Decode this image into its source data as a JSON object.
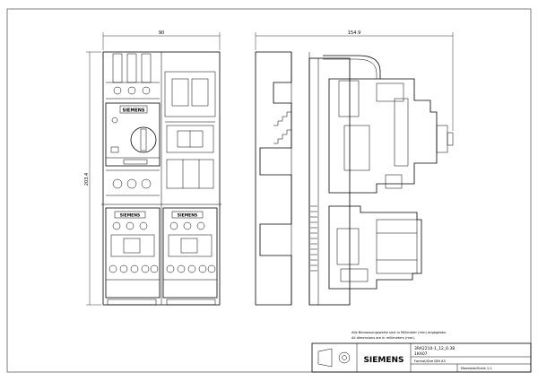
{
  "dimensions": {
    "front_width": "90",
    "side_depth": "154.9",
    "height": "203.4"
  },
  "brand": {
    "top_device": "SIEMENS",
    "left_contactor": "SIEMENS",
    "right_contactor": "SIEMENS",
    "title_block": "SIEMENS"
  },
  "title_block": {
    "note_de": "Alle Bemassungswerte sind in Millimeter (mm) angegeben.",
    "note_en": "All dimensions are in millimeters (mm).",
    "part_number": "3RA2210-1_12_0.38",
    "part_number_2": "1KA07",
    "format": "Format/Size DIN A3",
    "scale": "Massstab/Scale 1:1"
  }
}
